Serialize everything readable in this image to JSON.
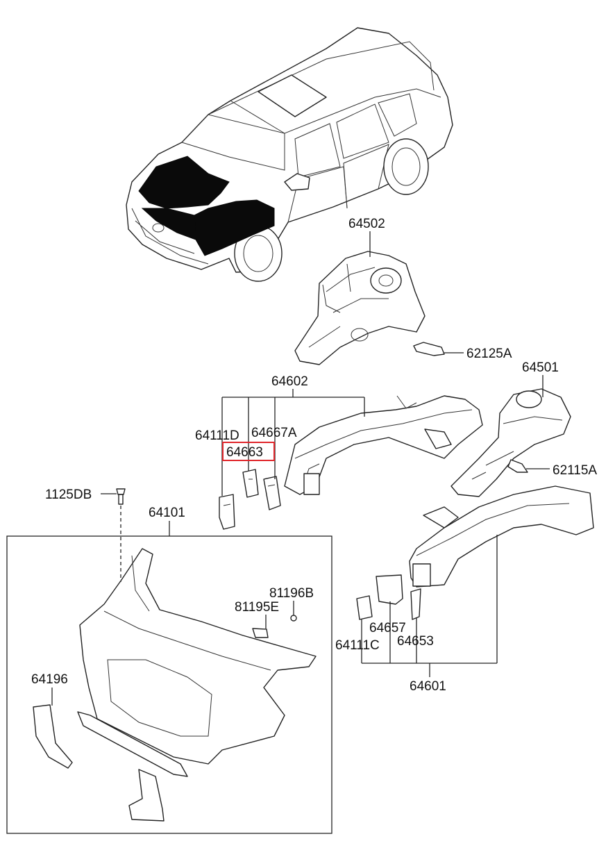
{
  "diagram": {
    "highlight_color": "#e0262b",
    "labels": {
      "p64502": "64502",
      "p62125A": "62125A",
      "p64501": "64501",
      "p64602": "64602",
      "p64111D": "64111D",
      "p64667A": "64667A",
      "p64663": "64663",
      "p62115A": "62115A",
      "p1125DB": "1125DB",
      "p64101": "64101",
      "p81196B": "81196B",
      "p81195E": "81195E",
      "p64196": "64196",
      "p64657": "64657",
      "p64653": "64653",
      "p64111C": "64111C",
      "p64601": "64601"
    }
  }
}
